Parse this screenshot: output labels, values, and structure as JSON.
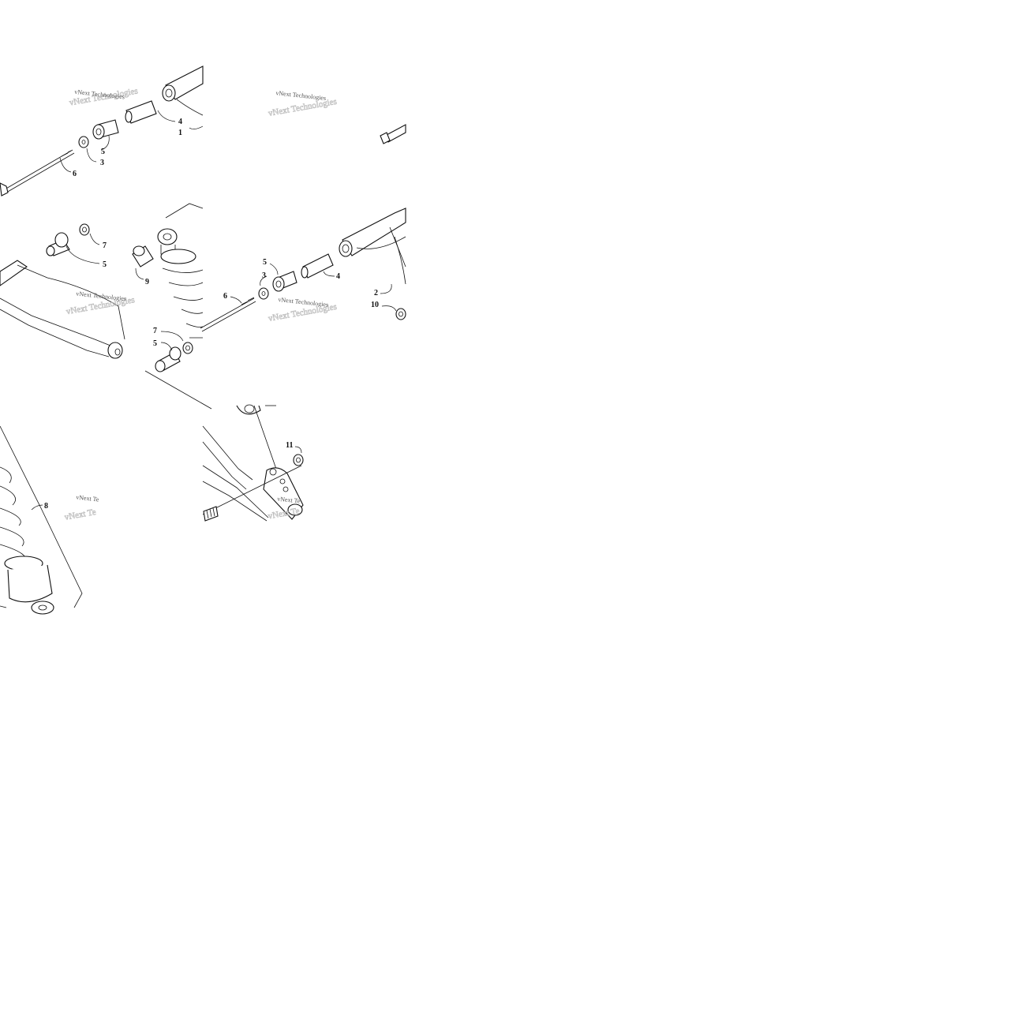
{
  "diagram": {
    "callouts": {
      "c1": "1",
      "c2": "2",
      "c3a": "3",
      "c3b": "3",
      "c4a": "4",
      "c4b": "4",
      "c5a": "5",
      "c5b": "5",
      "c5c": "5",
      "c5d": "5",
      "c6a": "6",
      "c6b": "6",
      "c7a": "7",
      "c7b": "7",
      "c8": "8",
      "c9": "9",
      "c10": "10",
      "c11": "11"
    },
    "watermarks": {
      "w1": "vNext Technologies",
      "w2": "vNext Technologies",
      "w3": "vNext Technologies",
      "w4": "vNext Technologies",
      "w5": "vNext Te",
      "w6": "vNext Te"
    },
    "colors": {
      "line": "#111111",
      "watermark": "#555555",
      "background": "#ffffff"
    }
  }
}
